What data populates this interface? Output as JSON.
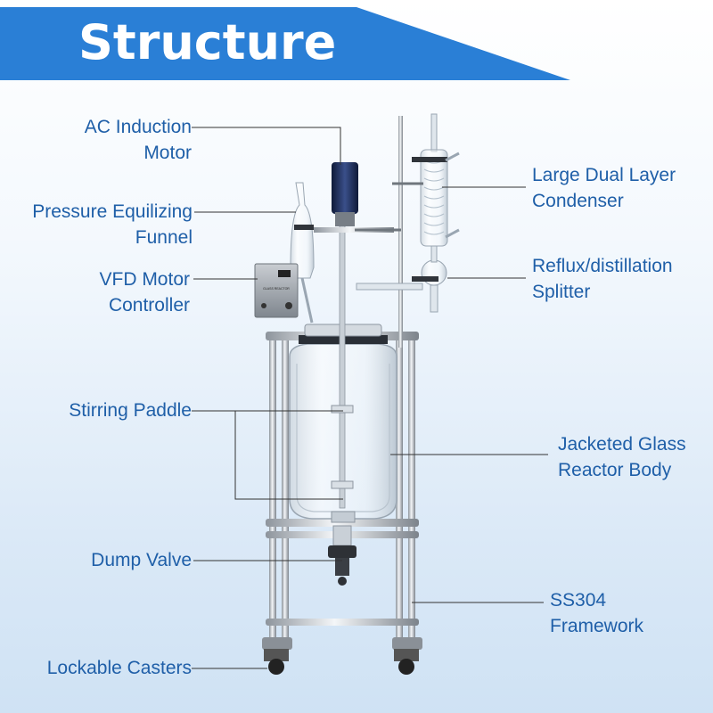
{
  "title": "Structure",
  "colors": {
    "banner": "#2a7fd6",
    "label_text": "#1f5fa8",
    "leader_line": "#333333"
  },
  "labels": {
    "ac_motor": [
      "AC Induction",
      "Motor"
    ],
    "funnel": [
      "Pressure Equilizing",
      "Funnel"
    ],
    "vfd": [
      "VFD Motor",
      "Controller"
    ],
    "paddle": "Stirring Paddle",
    "dump_valve": "Dump Valve",
    "casters": "Lockable Casters",
    "condenser": [
      "Large Dual Layer",
      "Condenser"
    ],
    "splitter": [
      "Reflux/distillation",
      "Splitter"
    ],
    "reactor": [
      "Jacketed Glass",
      "Reactor Body"
    ],
    "framework": [
      "SS304",
      "Framework"
    ]
  },
  "controller_panel_text": "GLASS REACTOR"
}
